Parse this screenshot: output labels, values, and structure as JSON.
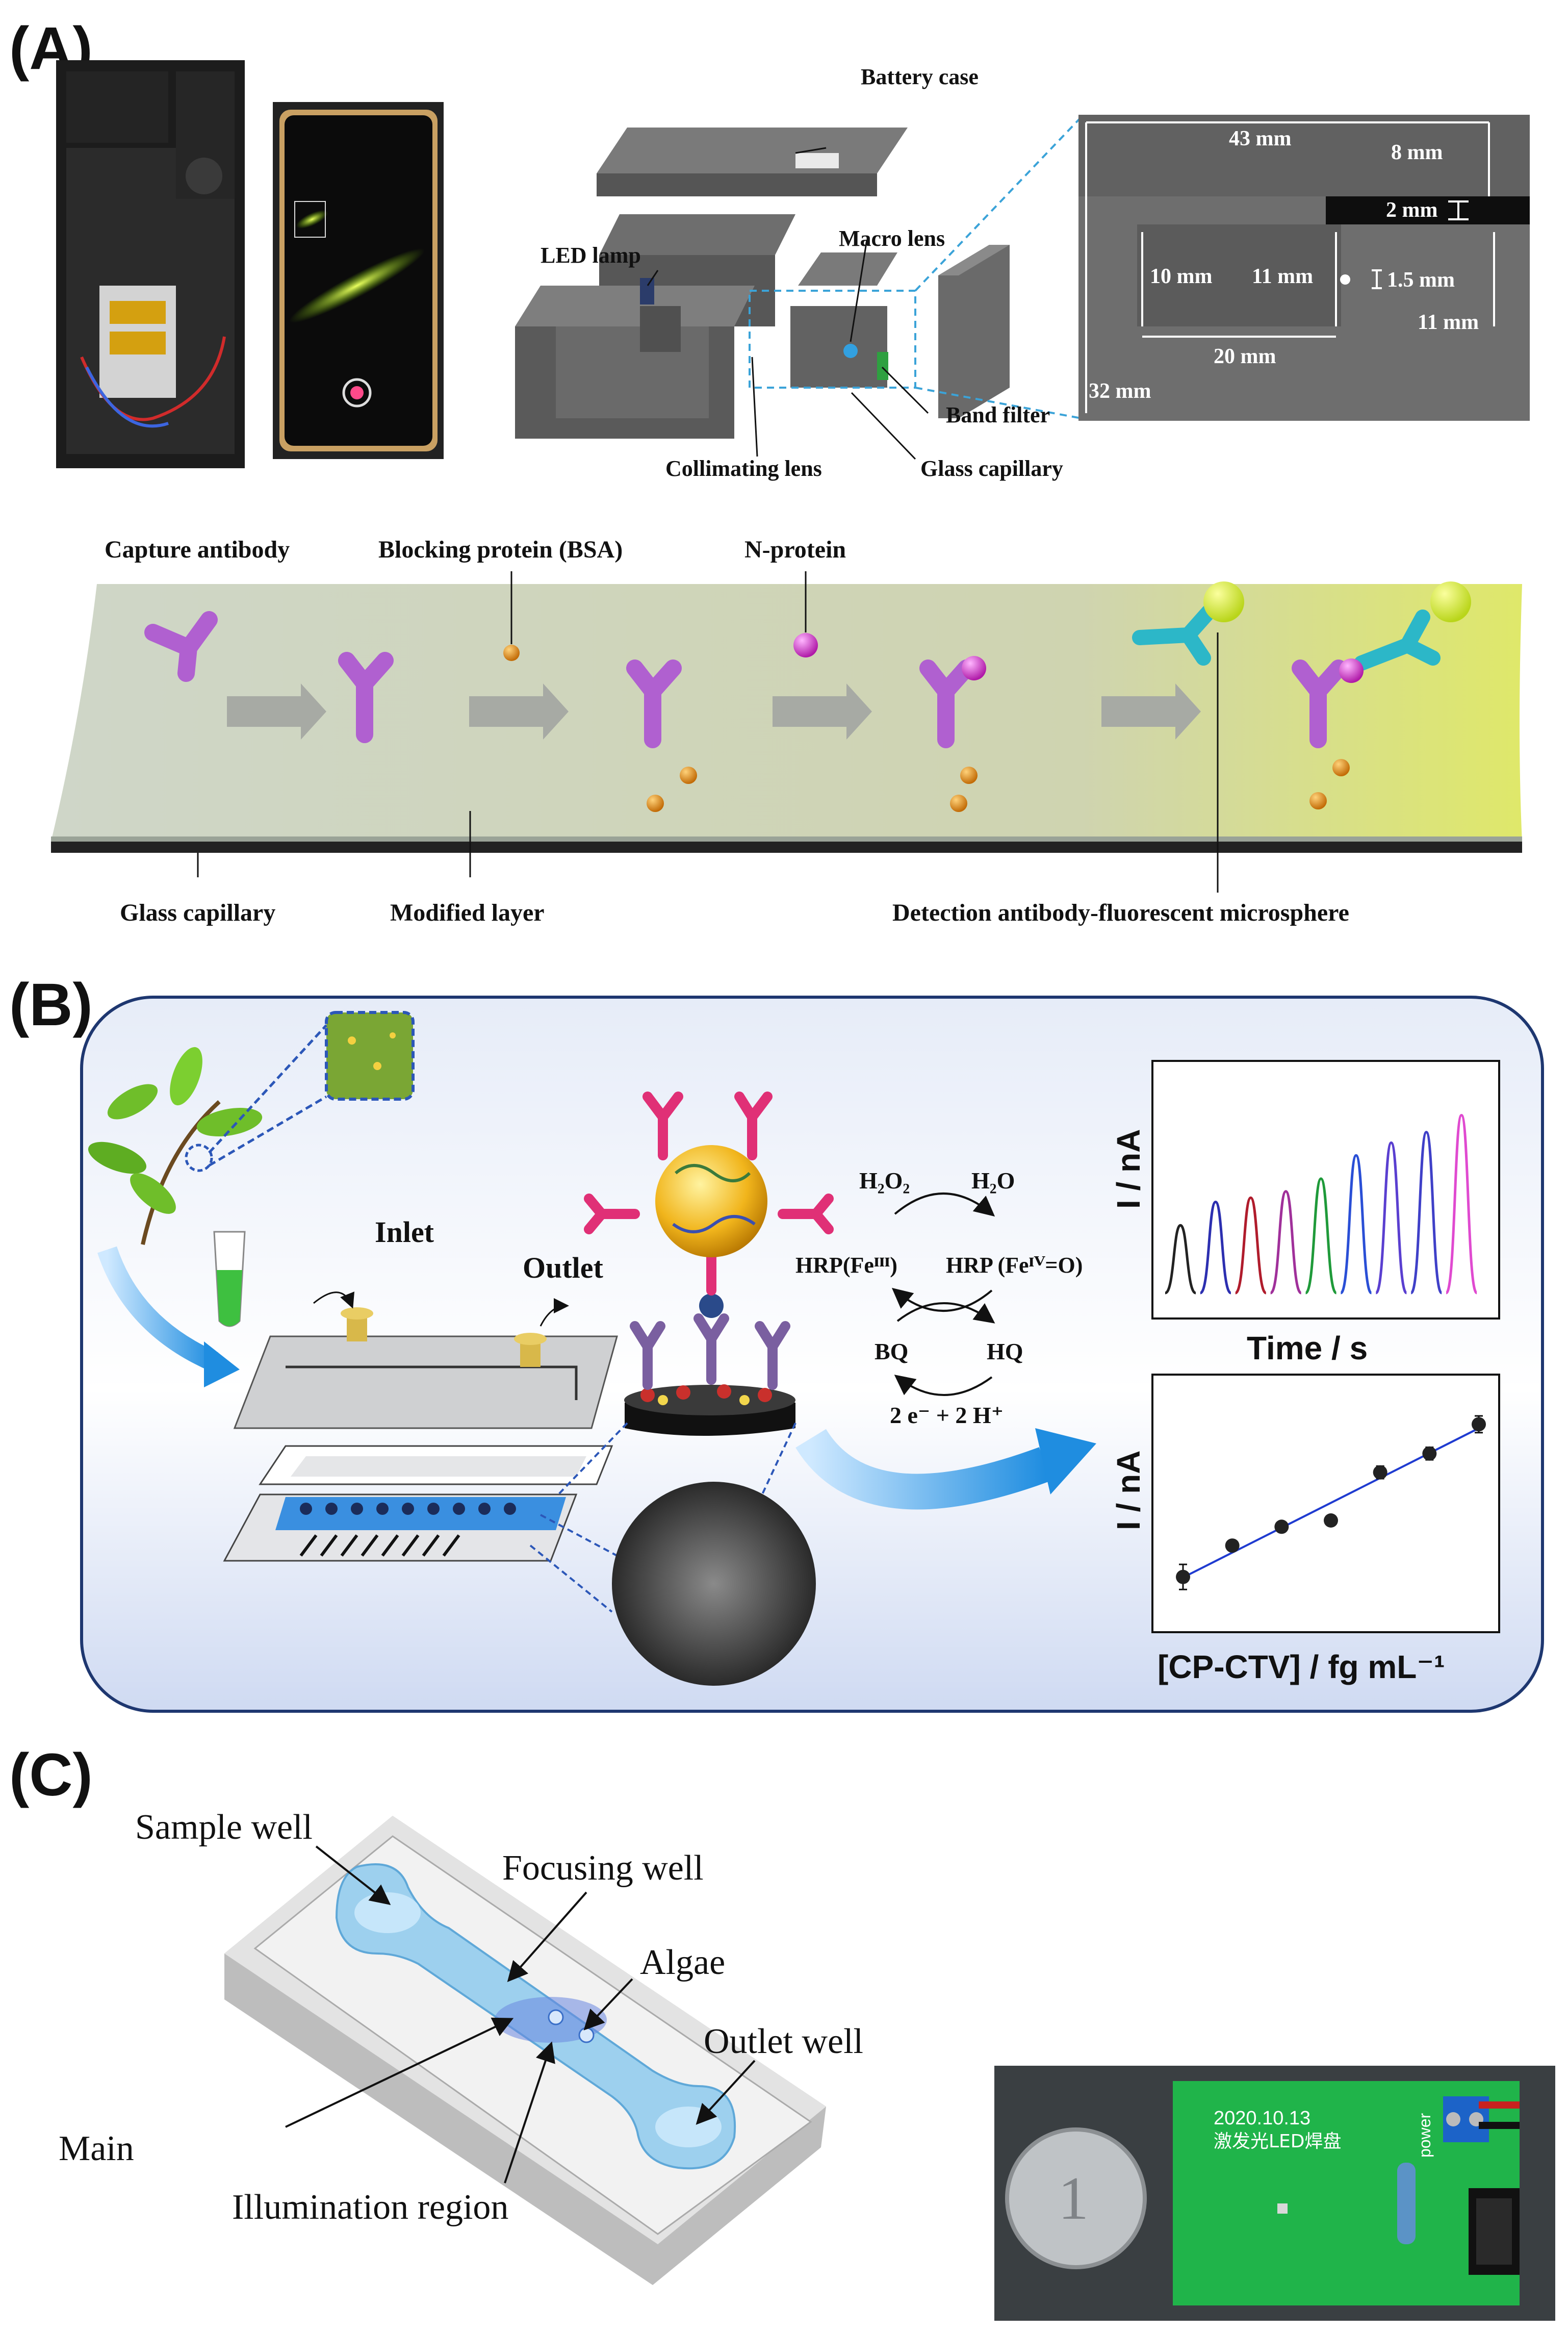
{
  "panels": {
    "a": "(A)",
    "b": "(B)",
    "c": "(C)"
  },
  "panel_a": {
    "device_labels": {
      "battery_case": "Battery case",
      "led_lamp": "LED lamp",
      "macro_lens": "Macro lens",
      "band_filter": "Band filter",
      "collimating_lens": "Collimating lens",
      "glass_capillary": "Glass capillary"
    },
    "dimensions": {
      "d43": "43 mm",
      "d8": "8 mm",
      "d2": "2 mm",
      "d10": "10 mm",
      "d11a": "11 mm",
      "d15": "1.5 mm",
      "d11b": "11 mm",
      "d20": "20 mm",
      "d32": "32 mm"
    },
    "assay_labels": {
      "capture_antibody": "Capture antibody",
      "blocking_protein": "Blocking protein (BSA)",
      "n_protein": "N-protein",
      "glass_capillary": "Glass capillary",
      "modified_layer": "Modified layer",
      "detection_antibody": "Detection antibody-fluorescent microsphere"
    }
  },
  "panel_b": {
    "inlet": "Inlet",
    "outlet": "Outlet",
    "reaction": {
      "h2o2": "H₂O₂",
      "h2o": "H₂O",
      "hrp_fe3": "HRP(Feᴵᴵᴵ)",
      "hrp_fe4": "HRP (Feᴵⱽ=O)",
      "bq": "BQ",
      "hq": "HQ",
      "electrons": "2 e⁻ + 2 H⁺"
    },
    "plot1": {
      "ylabel": "I / nA",
      "xlabel": "Time / s"
    },
    "plot2": {
      "ylabel": "I / nA",
      "xlabel": "[CP-CTV] / fg mL⁻¹"
    }
  },
  "panel_c": {
    "sample_well": "Sample well",
    "focusing_well": "Focusing well",
    "algae": "Algae",
    "outlet_well": "Outlet well",
    "main": "Main",
    "illumination_region": "Illumination region",
    "pcb_text1": "2020.10.13",
    "pcb_text2": "激发光LED焊盘",
    "pcb_power": "power"
  },
  "chart_data": [
    {
      "type": "line",
      "xlabel": "Time / s",
      "ylabel": "I / nA",
      "series": [
        {
          "color": "#222222",
          "values": [
            0.32
          ]
        },
        {
          "color": "#2c2fb0",
          "values": [
            0.43
          ]
        },
        {
          "color": "#b01c2c",
          "values": [
            0.45
          ]
        },
        {
          "color": "#a0309a",
          "values": [
            0.48
          ]
        },
        {
          "color": "#1f9a3a",
          "values": [
            0.54
          ]
        },
        {
          "color": "#2a4fd6",
          "values": [
            0.65
          ]
        },
        {
          "color": "#5a3fd0",
          "values": [
            0.71
          ]
        },
        {
          "color": "#3f40c8",
          "values": [
            0.76
          ]
        },
        {
          "color": "#e04ad0",
          "values": [
            0.84
          ]
        }
      ]
    },
    {
      "type": "scatter",
      "xlabel": "[CP-CTV] / fg mL⁻¹",
      "ylabel": "I / nA",
      "x": [
        1,
        2,
        3,
        4,
        5,
        6,
        7
      ],
      "y": [
        0.13,
        0.28,
        0.37,
        0.4,
        0.63,
        0.72,
        0.86
      ],
      "yerr": [
        0.06,
        0.0,
        0.02,
        0.0,
        0.03,
        0.03,
        0.04
      ],
      "fit": "linear"
    }
  ]
}
